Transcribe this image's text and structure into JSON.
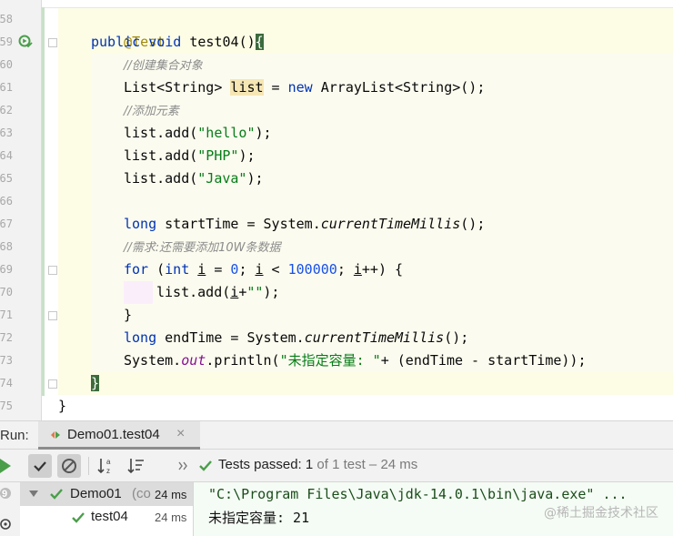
{
  "editor": {
    "line_numbers": [
      "58",
      "59",
      "60",
      "61",
      "62",
      "63",
      "64",
      "65",
      "66",
      "67",
      "68",
      "69",
      "70",
      "71",
      "72",
      "73",
      "74",
      "75"
    ],
    "code": {
      "l58_annotation": "@Test",
      "l59_public": "public",
      "l59_void": "void",
      "l59_name": "test04",
      "l59_paren": "()",
      "l59_brace": "{",
      "l60_comment": "//创建集合对象",
      "l61_a": "List<String> ",
      "l61_var": "list",
      "l61_b": " = ",
      "l61_new": "new",
      "l61_c": " ArrayList<String>();",
      "l62_comment": "//添加元素",
      "l63_a": "list.add(",
      "l63_str": "\"hello\"",
      "l63_b": ");",
      "l64_a": "list.add(",
      "l64_str": "\"PHP\"",
      "l64_b": ");",
      "l65_a": "list.add(",
      "l65_str": "\"Java\"",
      "l65_b": ");",
      "l67_long": "long",
      "l67_a": " startTime = System.",
      "l67_method": "currentTimeMillis",
      "l67_b": "();",
      "l68_comment": "//需求:还需要添加10W条数据",
      "l69_for": "for",
      "l69_a": " (",
      "l69_int": "int",
      "l69_b": " ",
      "l69_i1": "i",
      "l69_c": " = ",
      "l69_zero": "0",
      "l69_d": "; ",
      "l69_i2": "i",
      "l69_e": " < ",
      "l69_max": "100000",
      "l69_f": "; ",
      "l69_i3": "i",
      "l69_g": "++) {",
      "l70_a": "list.add(",
      "l70_i": "i",
      "l70_b": "+",
      "l70_str": "\"\"",
      "l70_c": ");",
      "l71_brace": "}",
      "l72_long": "long",
      "l72_a": " endTime = System.",
      "l72_method": "currentTimeMillis",
      "l72_b": "();",
      "l73_a": "System.",
      "l73_out": "out",
      "l73_b": ".println(",
      "l73_str": "\"未指定容量: \"",
      "l73_c": "+ (endTime - startTime));",
      "l74_brace": "}",
      "l75_brace": "}"
    }
  },
  "run_panel": {
    "label": "Run:",
    "tab_title": "Demo01.test04",
    "tab_close": "×",
    "status_prefix": "Tests passed: ",
    "status_count": "1",
    "status_suffix": " of 1 test – 24 ms",
    "tree": {
      "root_label": "Demo01",
      "root_extra": "(co",
      "root_time": "24 ms",
      "child_label": "test04",
      "child_time": "24 ms"
    },
    "console": {
      "line1": "\"C:\\Program Files\\Java\\jdk-14.0.1\\bin\\java.exe\" ...",
      "line2": "未指定容量: 21"
    },
    "watermark": "@稀土掘金技术社区"
  },
  "colors": {
    "keyword": "#0033b3",
    "string": "#067d17",
    "comment": "#8c8c8c",
    "number": "#1750eb",
    "annotation": "#9e880d",
    "pass_green": "#4a9e4a"
  }
}
